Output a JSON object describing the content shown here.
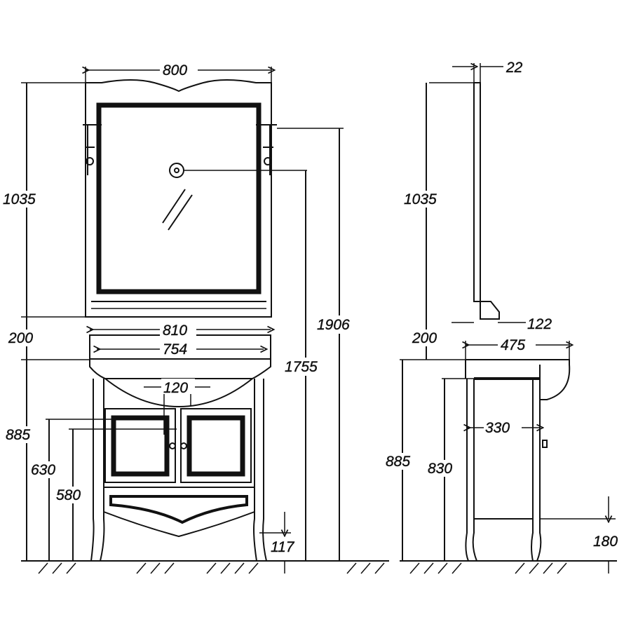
{
  "colors": {
    "line": "#111111",
    "background": "#ffffff"
  },
  "front_view": {
    "mirror_width": "800",
    "mirror_height": "1035",
    "gap_height": "200",
    "vanity_width": "810",
    "basin_width": "754",
    "hole_spacing": "120",
    "vanity_height": "885",
    "drain_height_630": "630",
    "drain_height_580": "580",
    "leg_gap": "117",
    "total_height": "1906",
    "light_height": "1755"
  },
  "side_view": {
    "mirror_depth": "22",
    "mirror_height": "1035",
    "shelf_depth": "122",
    "gap_height": "200",
    "vanity_depth": "475",
    "vanity_height": "885",
    "cabinet_height": "830",
    "cabinet_depth": "330",
    "leg_height": "180"
  }
}
